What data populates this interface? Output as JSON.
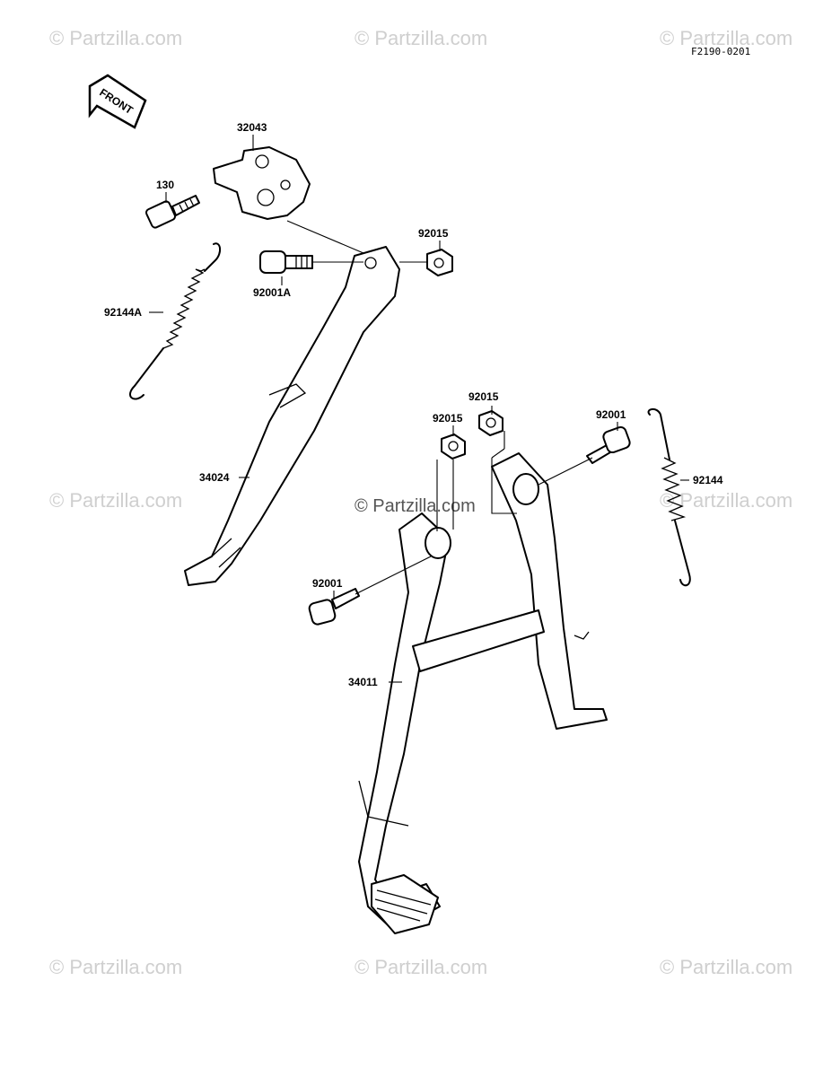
{
  "figure_code": "F2190-0201",
  "front_label": "FRONT",
  "watermark_text": "© Partzilla.com",
  "parts": {
    "bracket": "32043",
    "bolt_130": "130",
    "nut_side": "92015",
    "pivot_bolt_side": "92001A",
    "spring_side": "92144A",
    "side_stand": "34024",
    "nut_main_left": "92015",
    "nut_main_right": "92015",
    "bolt_main_right": "92001",
    "spring_main": "92144",
    "bolt_main_left": "92001",
    "main_stand": "34011"
  },
  "colors": {
    "ink": "#000000",
    "watermark": "#cfcfcf",
    "background": "#ffffff"
  }
}
